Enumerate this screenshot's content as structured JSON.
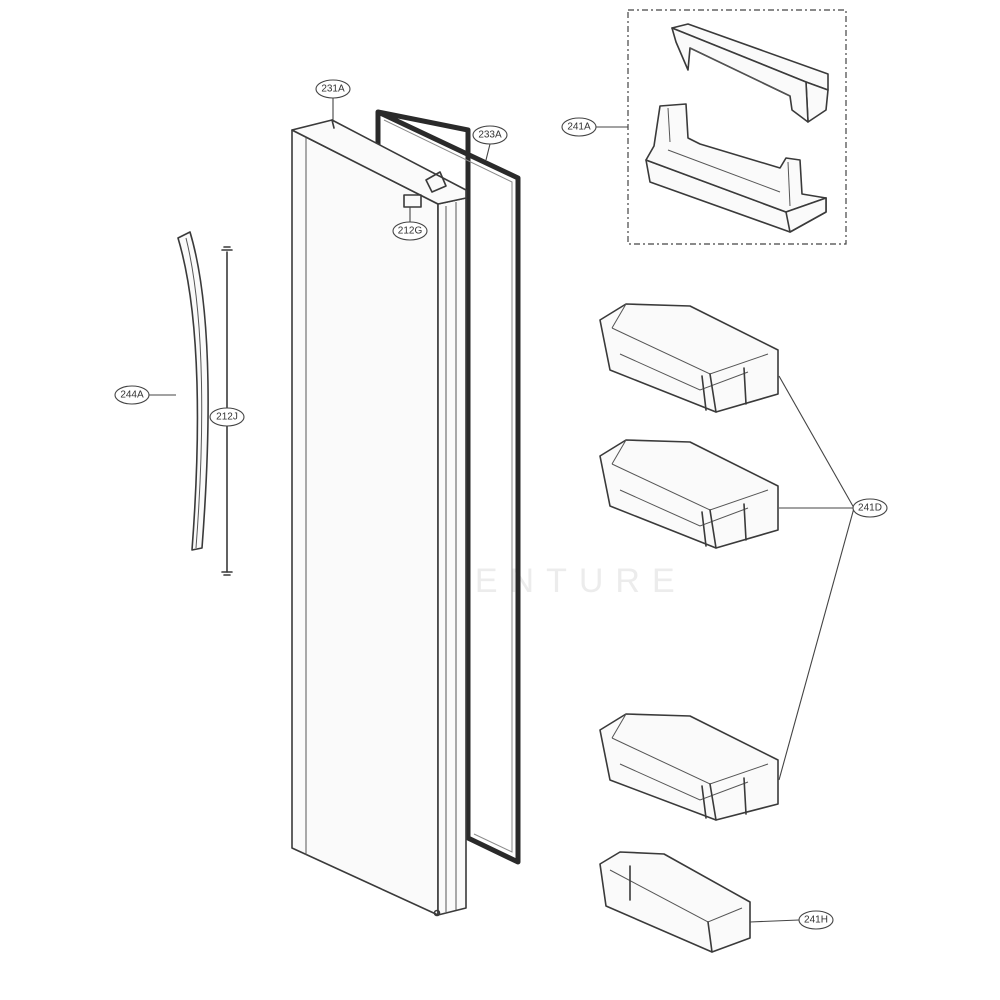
{
  "diagram": {
    "watermark": "LEADVENTURE",
    "callouts": [
      {
        "id": "231A",
        "label": "231A"
      },
      {
        "id": "233A",
        "label": "233A"
      },
      {
        "id": "212G",
        "label": "212G"
      },
      {
        "id": "244A",
        "label": "244A"
      },
      {
        "id": "212J",
        "label": "212J"
      },
      {
        "id": "241A",
        "label": "241A"
      },
      {
        "id": "241D",
        "label": "241D"
      },
      {
        "id": "241H",
        "label": "241H"
      }
    ]
  }
}
